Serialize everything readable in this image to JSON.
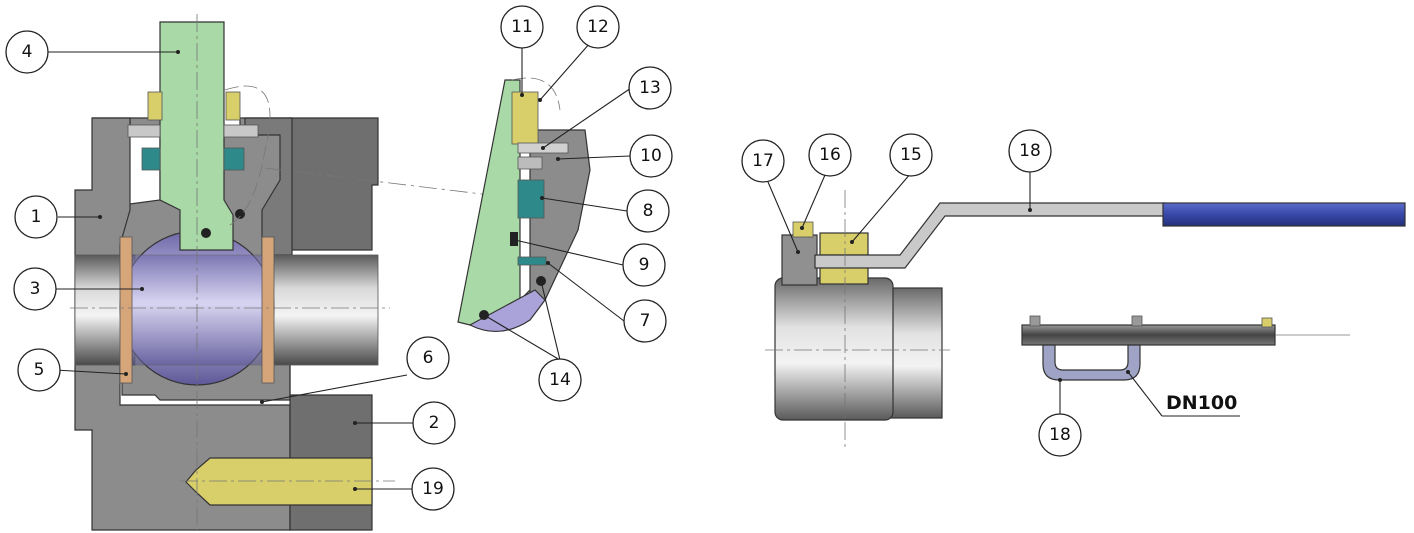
{
  "colors": {
    "body_gray": "#8c8c8c",
    "body_dark": "#6f6f6f",
    "stem_green": "#a8d9a6",
    "ball_violet": "#a9a3d9",
    "seat_copper": "#d7a57a",
    "nut_yellow": "#d8cf6a",
    "gland_teal": "#2e8a8a",
    "handle_blue": "#3848a8",
    "handle_gray": "#c9c9c9"
  },
  "callouts": [
    {
      "id": "c1",
      "label": "1"
    },
    {
      "id": "c2",
      "label": "2"
    },
    {
      "id": "c3",
      "label": "3"
    },
    {
      "id": "c4",
      "label": "4"
    },
    {
      "id": "c5",
      "label": "5"
    },
    {
      "id": "c6",
      "label": "6"
    },
    {
      "id": "c7",
      "label": "7"
    },
    {
      "id": "c8",
      "label": "8"
    },
    {
      "id": "c9",
      "label": "9"
    },
    {
      "id": "c10",
      "label": "10"
    },
    {
      "id": "c11",
      "label": "11"
    },
    {
      "id": "c12",
      "label": "12"
    },
    {
      "id": "c13",
      "label": "13"
    },
    {
      "id": "c14",
      "label": "14"
    },
    {
      "id": "c15",
      "label": "15"
    },
    {
      "id": "c16",
      "label": "16"
    },
    {
      "id": "c17",
      "label": "17"
    },
    {
      "id": "c18a",
      "label": "18"
    },
    {
      "id": "c18b",
      "label": "18"
    },
    {
      "id": "c19",
      "label": "19"
    }
  ],
  "size_label": "DN100"
}
